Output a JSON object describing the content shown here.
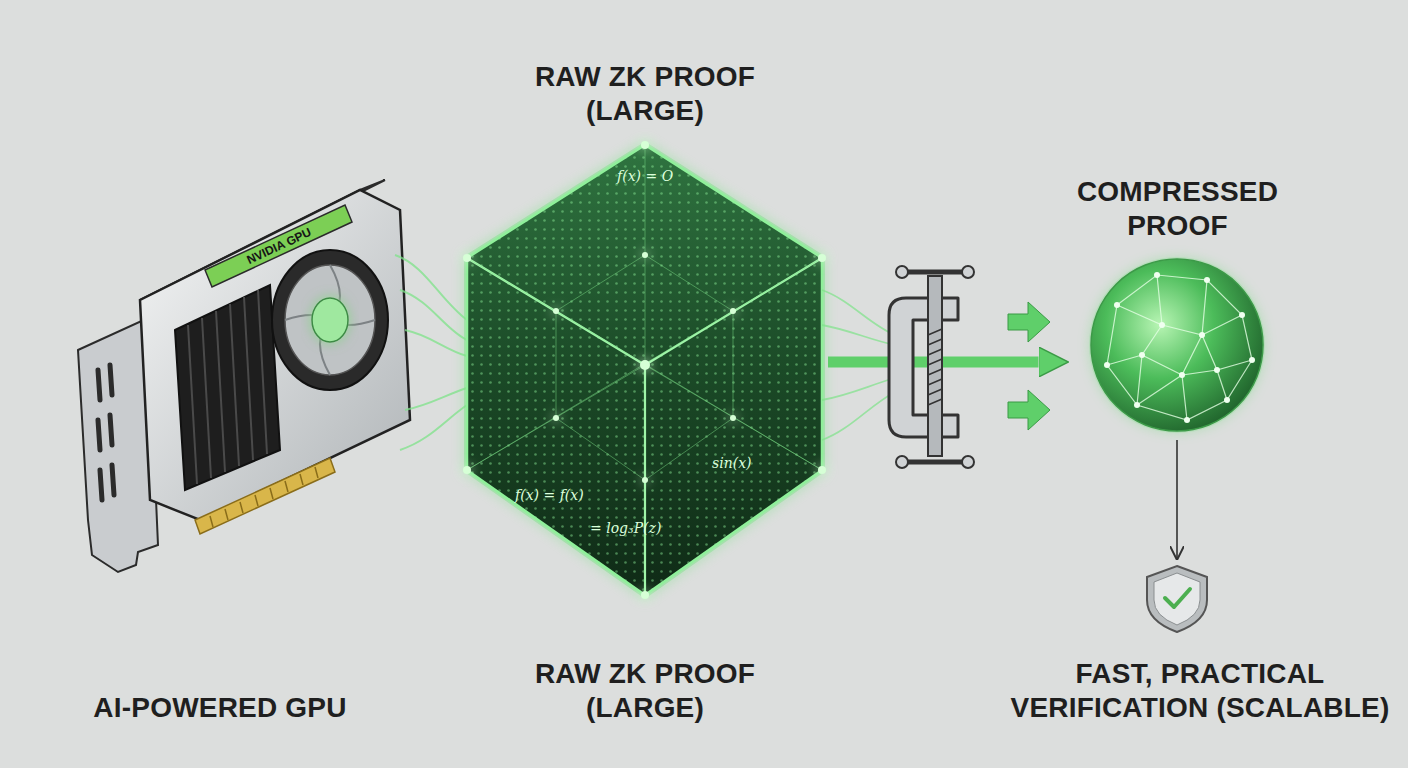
{
  "diagram": {
    "nodes": [
      {
        "text": [
          "AI-POWERED GPU",
          "NVIDIA GPU"
        ]
      },
      {
        "text": [
          "RAW ZK PROOF (LARGE)",
          "RAW ZK PROOF (LARGE)"
        ]
      },
      {
        "text": [
          "COMPRESSED PROOF"
        ]
      },
      {
        "text": [
          "FAST, PRACTICAL VERIFICATION (SCALABLE)"
        ]
      }
    ],
    "edges": [
      {
        "from": 0,
        "to": 1,
        "arrow": "none"
      },
      {
        "from": 1,
        "to": 2,
        "arrow": "to"
      },
      {
        "from": 2,
        "to": 3,
        "arrow": "to"
      }
    ],
    "labels": [
      "f(x) = O",
      "f(x) = f(x)",
      "sin(x)",
      "= log₃P(z)"
    ]
  }
}
